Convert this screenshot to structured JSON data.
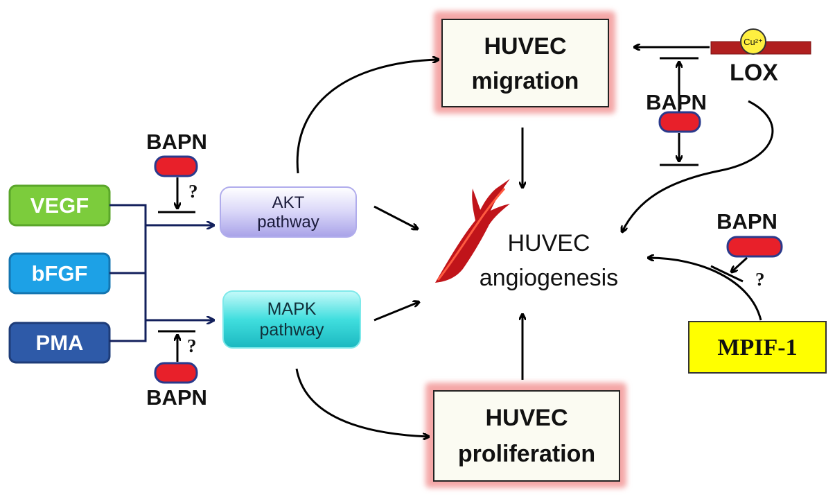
{
  "inputs": {
    "vegf": "VEGF",
    "bfgf": "bFGF",
    "pma": "PMA"
  },
  "pathways": {
    "akt_line1": "AKT",
    "akt_line2": "pathway",
    "mapk_line1": "MAPK",
    "mapk_line2": "pathway"
  },
  "inhibitor": {
    "bapn_top": "BAPN",
    "bapn_bottom": "BAPN",
    "bapn_lox": "BAPN",
    "bapn_mpif": "BAPN",
    "question_mark": "?"
  },
  "outcomes": {
    "migration_line1": "HUVEC",
    "migration_line2": "migration",
    "proliferation_line1": "HUVEC",
    "proliferation_line2": "proliferation",
    "angiogenesis_line1": "HUVEC",
    "angiogenesis_line2": "angiogenesis"
  },
  "lox": {
    "label": "LOX",
    "copper": "Cu²⁺"
  },
  "mpif": {
    "label": "MPIF-1"
  },
  "colors": {
    "vegf": "#7ccc3c",
    "bfgf": "#1da1e6",
    "pma": "#2e5aa8",
    "akt": "#c9c6f0",
    "mapk": "#3dd6d6",
    "bapn_pill": "#e8202a",
    "bapn_border": "#2a3a8c",
    "lox_bar": "#b01f1f",
    "mpif_fill": "#ffff00",
    "outcome_glow": "#f4a7a7",
    "vessel": "#c0141a",
    "arrow_navy": "#13205c"
  }
}
